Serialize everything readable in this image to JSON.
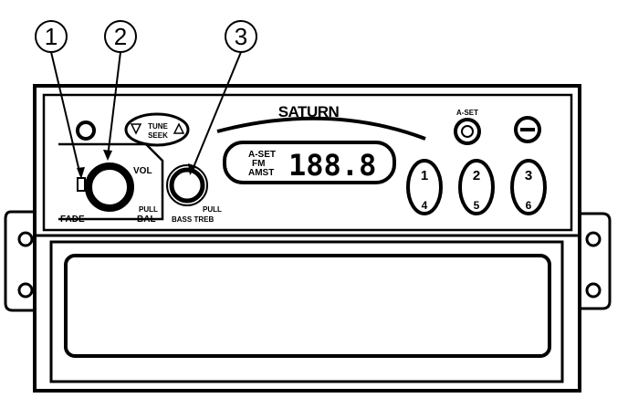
{
  "callouts": [
    "1",
    "2",
    "3"
  ],
  "brand": "SATURN",
  "tune_button": {
    "line1": "TUNE",
    "line2": "SEEK"
  },
  "knob_labels": {
    "vol": "VOL",
    "fade": "FADE",
    "bal": "BAL",
    "pull": "PULL"
  },
  "display": {
    "line1": "A-SET",
    "line2": "FM",
    "line3": "AMST",
    "frequency": "188.8"
  },
  "right_knob_labels": {
    "line1": "PULL",
    "line2": "BASS  TREB"
  },
  "aset_button_label": "A-SET",
  "presets": [
    {
      "top": "1",
      "bottom": "4"
    },
    {
      "top": "2",
      "bottom": "5"
    },
    {
      "top": "3",
      "bottom": "6"
    }
  ]
}
